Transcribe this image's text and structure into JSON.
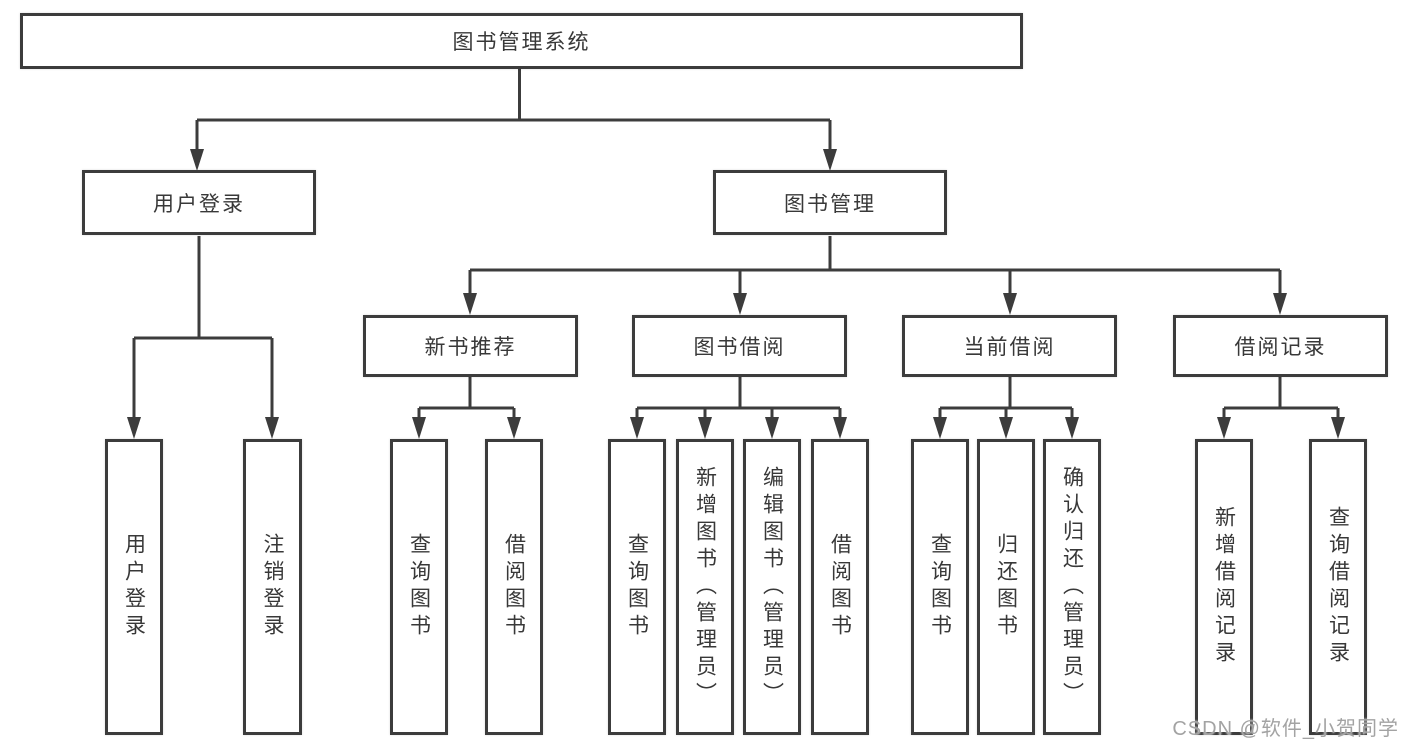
{
  "diagram": {
    "root": {
      "label": "图书管理系统"
    },
    "level2": [
      {
        "label": "用户登录"
      },
      {
        "label": "图书管理"
      }
    ],
    "level3": [
      {
        "label": "新书推荐"
      },
      {
        "label": "图书借阅"
      },
      {
        "label": "当前借阅"
      },
      {
        "label": "借阅记录"
      }
    ],
    "leaves": [
      {
        "label": "用户登录"
      },
      {
        "label": "注销登录"
      },
      {
        "label": "查询图书"
      },
      {
        "label": "借阅图书"
      },
      {
        "label": "查询图书"
      },
      {
        "label": "新增图书（管理员）"
      },
      {
        "label": "编辑图书（管理员）"
      },
      {
        "label": "借阅图书"
      },
      {
        "label": "查询图书"
      },
      {
        "label": "归还图书"
      },
      {
        "label": "确认归还（管理员）"
      },
      {
        "label": "新增借阅记录"
      },
      {
        "label": "查询借阅记录"
      }
    ]
  },
  "watermark": "CSDN @软件_小贺同学",
  "colors": {
    "line": "#3c3c3c",
    "text": "#383838",
    "watermark": "#a3a3a3",
    "background": "#ffffff"
  }
}
